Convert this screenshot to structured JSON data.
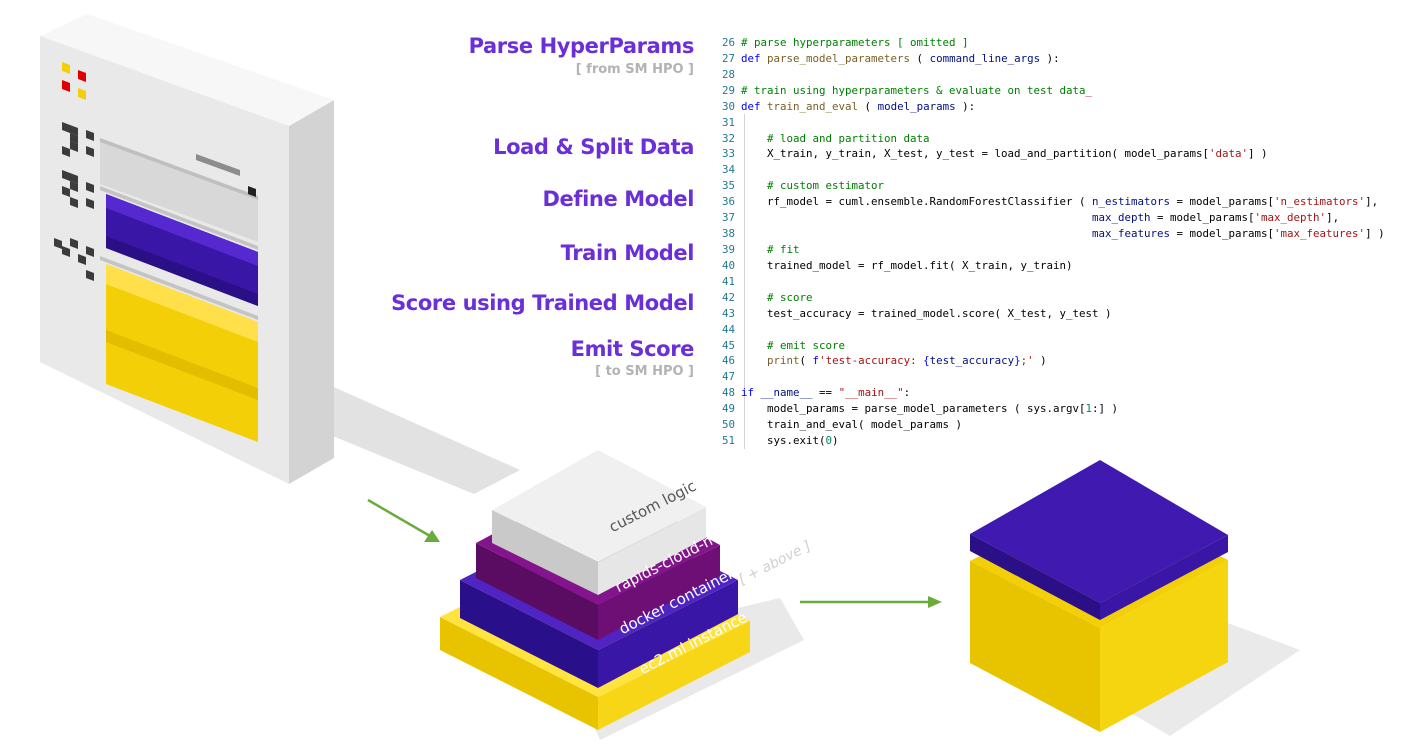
{
  "stages": [
    {
      "title": "Parse HyperParams",
      "subtitle": "[ from SM HPO ]"
    },
    {
      "title": "Load & Split Data"
    },
    {
      "title": "Define Model"
    },
    {
      "title": "Train Model"
    },
    {
      "title": "Score using Trained Model"
    },
    {
      "title": "Emit Score",
      "subtitle": "[ to SM HPO ]"
    }
  ],
  "code": {
    "line_numbers": [
      "26",
      "27",
      "28",
      "29",
      "30",
      "31",
      "32",
      "33",
      "34",
      "35",
      "36",
      "37",
      "38",
      "39",
      "40",
      "41",
      "42",
      "43",
      "44",
      "45",
      "46",
      "47",
      "48",
      "49",
      "50",
      "51"
    ]
  },
  "layers": {
    "top": "custom logic",
    "second": "rapids-cloud-ml",
    "third": "docker container",
    "bottom": "ec2.ml instance",
    "note": "[ + above ]"
  },
  "colors": {
    "purple": "#3a16a6",
    "magenta": "#6d0f75",
    "yellow": "#f2cf06",
    "arrow": "#6aac3c",
    "label": "#6b2fd8"
  }
}
